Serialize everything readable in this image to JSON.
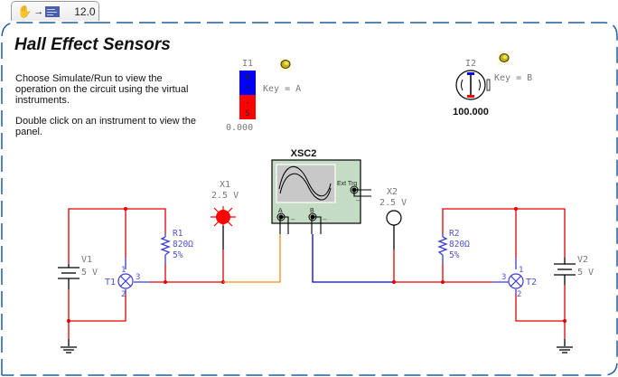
{
  "tab": {
    "hand_icon": "hand-icon",
    "arrow_icon": "arrow-right-icon",
    "app_icon": "instrument-panel-icon",
    "version": "12.0"
  },
  "page": {
    "title": "Hall Effect Sensors",
    "paragraphs": [
      "Choose Simulate/Run to view the operation on the circuit using the virtual instruments.",
      "Double click on an instrument to view the panel."
    ]
  },
  "colors": {
    "frame": "#1f5f9a",
    "wire_red": "#e00000",
    "wire_blue": "#0000e0",
    "wire_orange": "#f08c1e",
    "component_blue": "#3c3cd2",
    "scope_body": "#c4dcc4",
    "scope_screen": "#c8c8c8",
    "probe_on": "#ff0000"
  },
  "components": {
    "I1": {
      "name": "I1",
      "key": "Key = A",
      "north": "N",
      "plus": "+",
      "minus": "-",
      "south": "S",
      "value": "0.000"
    },
    "I2": {
      "name": "I2",
      "key": "Key = B",
      "value": "100.000"
    },
    "XSC2": {
      "name": "XSC2",
      "ext_trig": "Ext Trg",
      "channel_a": "A",
      "channel_b": "B"
    },
    "X1": {
      "name": "X1",
      "voltage": "2.5 V",
      "state": "on"
    },
    "X2": {
      "name": "X2",
      "voltage": "2.5 V",
      "state": "off"
    },
    "R1": {
      "name": "R1",
      "resistance": "820Ω",
      "tolerance": "5%"
    },
    "R2": {
      "name": "R2",
      "resistance": "820Ω",
      "tolerance": "5%"
    },
    "V1": {
      "name": "V1",
      "voltage": "5 V"
    },
    "V2": {
      "name": "V2",
      "voltage": "5 V"
    },
    "T1": {
      "name": "T1",
      "pin1": "1",
      "pin2": "2",
      "pin3": "3"
    },
    "T2": {
      "name": "T2",
      "pin1": "1",
      "pin2": "2",
      "pin3": "3"
    }
  }
}
